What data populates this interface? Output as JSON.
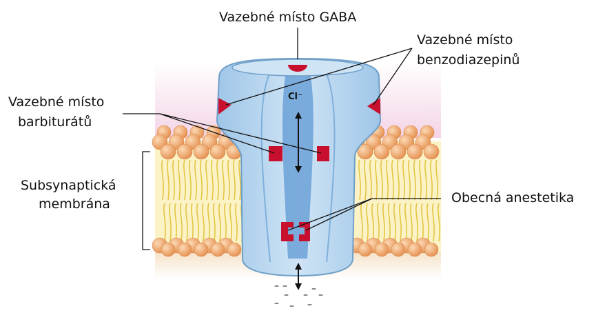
{
  "labels": {
    "gaba_site": "Vazebné místo GABA",
    "benzo_line1": "Vazebné místo",
    "benzo_line2": "benzodiazepinů",
    "barb_line1": "Vazebné místo",
    "barb_line2": "barbiturátů",
    "membrane_line1": "Subsynaptická",
    "membrane_line2": "membrána",
    "anesthetics": "Obecná anestetika",
    "ion": "Cl⁻"
  },
  "colors": {
    "channel_fill": "#b9d7ee",
    "channel_stroke": "#6f9fc9",
    "pore": "#4f8fd0",
    "binding_site": "#c8102e",
    "extracellular_pink": "#f7dcec",
    "lipid_head": "#f2ad73",
    "lipid_tail": "#e8cd4c",
    "membrane_core": "#fbf4c8",
    "cytoplasm": "#f8ead8"
  }
}
